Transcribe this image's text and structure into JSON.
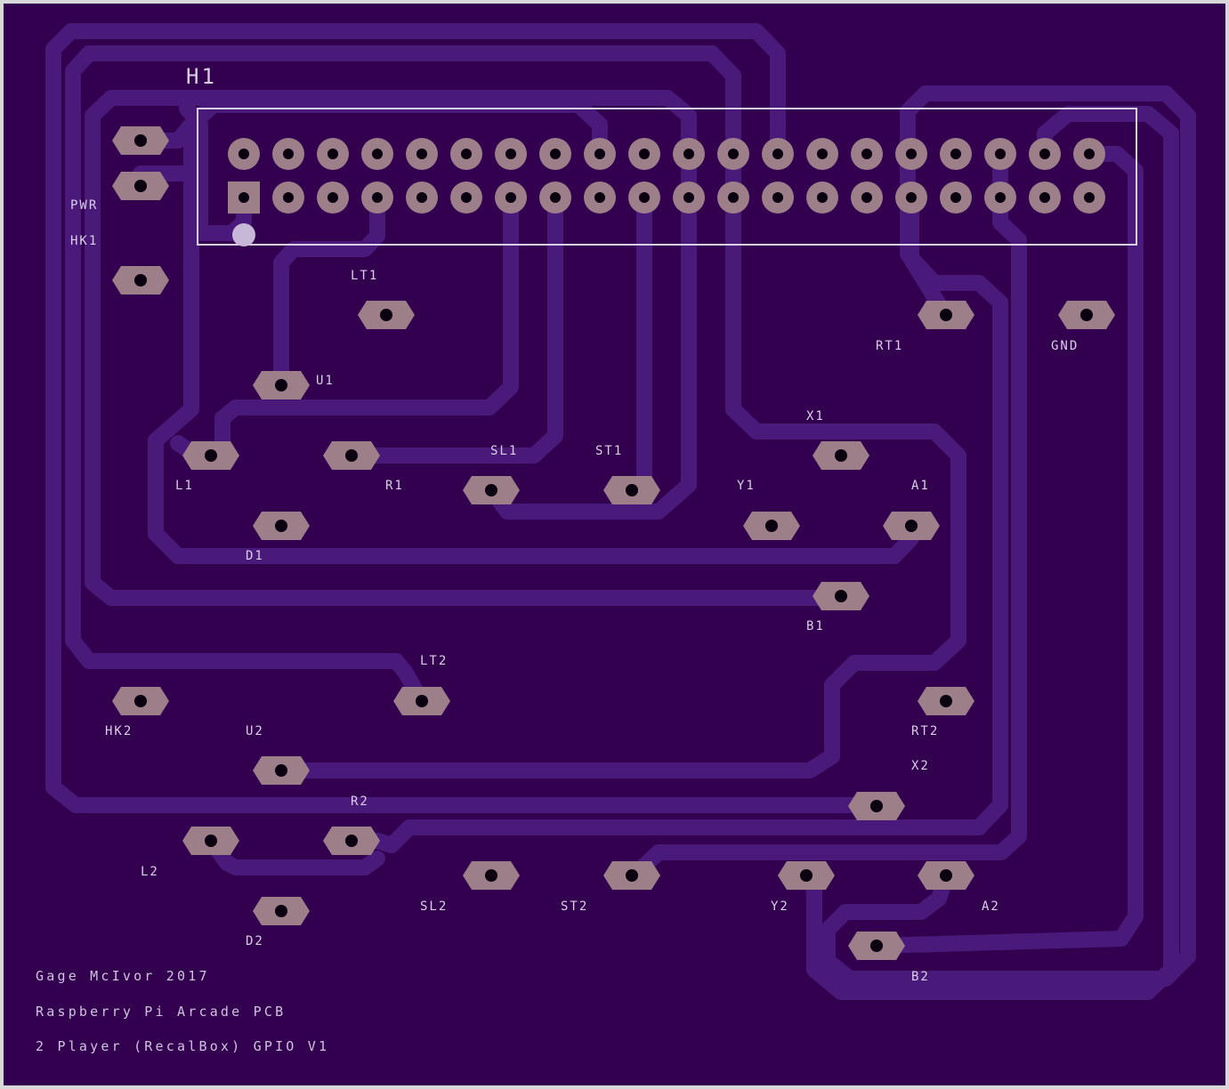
{
  "colors": {
    "board": "#330050",
    "board_edge": "#d8d8d8",
    "trace": "#4a1a7a",
    "copper": "#9c7f88",
    "drill": "#0a0010",
    "silkscreen": "#d9cfe6"
  },
  "header": {
    "label": "H1",
    "pin_rows": 2,
    "pins_per_row": 20
  },
  "components": [
    {
      "label": "PWR"
    },
    {
      "label": "HK1"
    },
    {
      "label": "LT1"
    },
    {
      "label": "RT1"
    },
    {
      "label": "GND"
    },
    {
      "label": "U1"
    },
    {
      "label": "X1"
    },
    {
      "label": "L1"
    },
    {
      "label": "R1"
    },
    {
      "label": "SL1"
    },
    {
      "label": "ST1"
    },
    {
      "label": "Y1"
    },
    {
      "label": "A1"
    },
    {
      "label": "D1"
    },
    {
      "label": "B1"
    },
    {
      "label": "LT2"
    },
    {
      "label": "HK2"
    },
    {
      "label": "U2"
    },
    {
      "label": "RT2"
    },
    {
      "label": "X2"
    },
    {
      "label": "R2"
    },
    {
      "label": "L2"
    },
    {
      "label": "SL2"
    },
    {
      "label": "ST2"
    },
    {
      "label": "Y2"
    },
    {
      "label": "A2"
    },
    {
      "label": "D2"
    },
    {
      "label": "B2"
    }
  ],
  "credits": {
    "line1": "Gage McIvor 2017",
    "line2": "Raspberry Pi Arcade PCB",
    "line3": "2 Player (RecalBox) GPIO V1"
  }
}
